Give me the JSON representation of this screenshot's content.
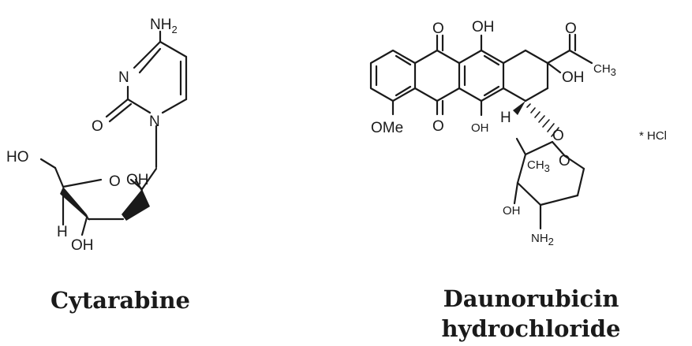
{
  "compounds": [
    {
      "name": "Cytarabine",
      "atoms": {
        "nh2": "NH",
        "nh2_sub": "2",
        "n_ring": "N",
        "o_carbonyl": "O",
        "n_glycosidic": "N",
        "ho_left": "HO",
        "o_ring": "O",
        "oh_top": "OH",
        "h_bottom": "H",
        "oh_bottom": "OH"
      }
    },
    {
      "name": "Daunorubicin hydrochloride",
      "name_line1": "Daunorubicin",
      "name_line2": "hydrochloride",
      "atoms": {
        "o_top": "O",
        "oh_top": "OH",
        "o_acetyl": "O",
        "ch3_acetyl": "CH",
        "ch3_sub": "3",
        "oh_ring": "OH",
        "ome": "OMe",
        "o_bottom": "O",
        "oh_bottom": "OH",
        "h_stereo": "H",
        "o_glycosidic": "O",
        "o_sugar": "O",
        "ch3_sugar": "CH",
        "oh_sugar": "OH",
        "nh2_sugar": "NH",
        "nh2_sub": "2",
        "salt": "* HCl"
      }
    }
  ]
}
